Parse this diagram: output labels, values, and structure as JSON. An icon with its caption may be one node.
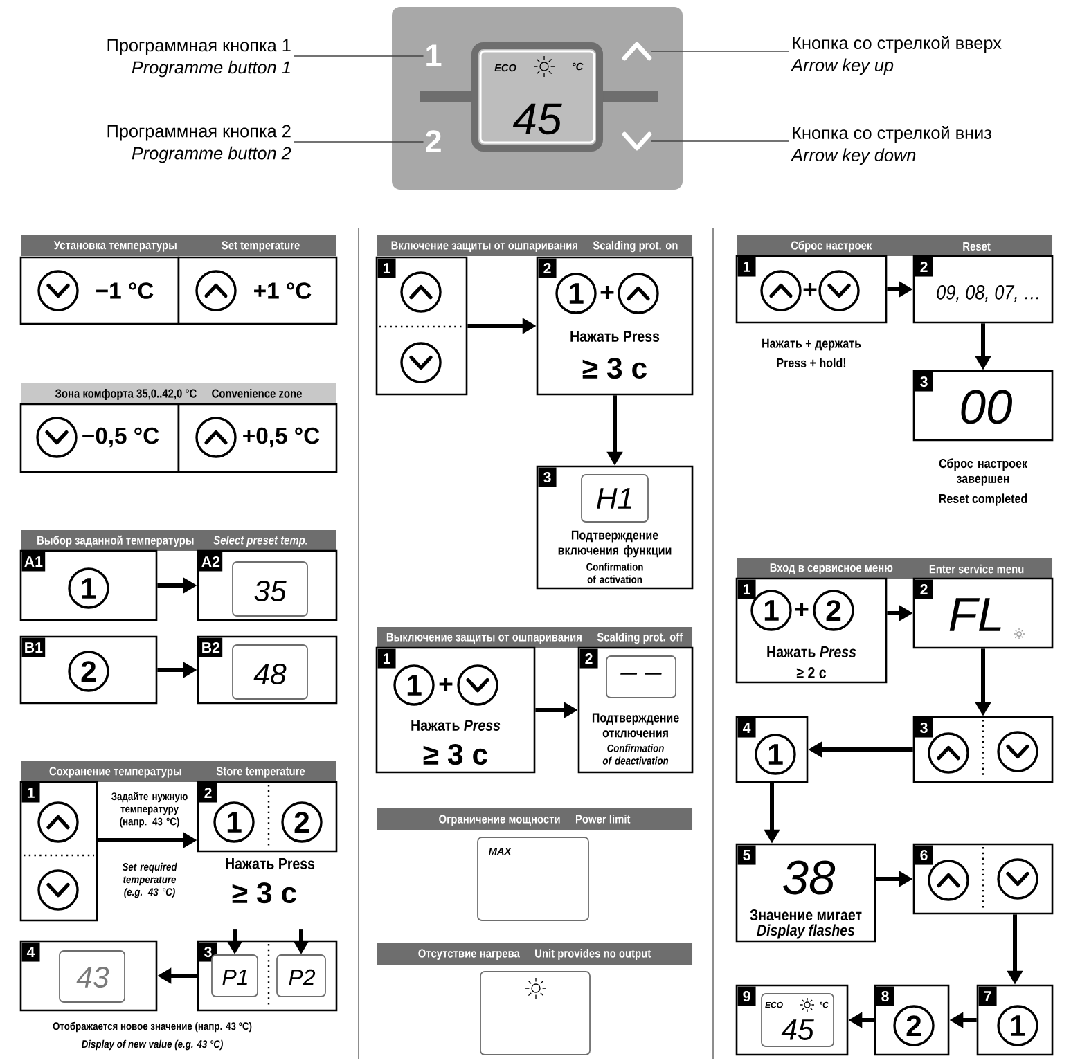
{
  "diagram": {
    "nodes": [
      {
        "text": [],
        "shape": "box"
      },
      {
        "text": [
          "1"
        ],
        "in": 0
      },
      {
        "text": [
          "2"
        ],
        "in": 0
      },
      {
        "text": [],
        "shape": "chevron",
        "in": 0
      },
      {
        "text": [],
        "shape": "chevron",
        "in": 0
      },
      {
        "text": [
          "ECO",
          "°C",
          "45"
        ],
        "in": 0
      },
      {
        "text": [
          "Программная кнопка 1",
          "Programme button 1"
        ]
      },
      {
        "text": [
          "Программная кнопка 2",
          "Programme button 2"
        ]
      },
      {
        "text": [
          "Кнопка со стрелкой вверх",
          "Arrow key up"
        ]
      },
      {
        "text": [
          "Кнопка со стрелкой вниз",
          "Arrow key down"
        ]
      },
      {
        "text": [
          "Установка температуры",
          "Set temperature"
        ]
      },
      {
        "text": [
          "−1 °C"
        ]
      },
      {
        "text": [],
        "shape": "circle",
        "in": 11
      },
      {
        "text": [
          "+1 °C"
        ]
      },
      {
        "text": [],
        "shape": "circle",
        "in": 13
      },
      {
        "text": [
          "Зона комфорта 35,0..42,0 °C",
          "Convenience zone"
        ]
      },
      {
        "text": [
          "−0,5 °C"
        ]
      },
      {
        "text": [],
        "shape": "circle",
        "in": 16
      },
      {
        "text": [
          "+0,5 °C"
        ]
      },
      {
        "text": [],
        "shape": "circle",
        "in": 18
      },
      {
        "text": [
          "Выбор заданной температуры",
          "Select preset temp."
        ]
      },
      {
        "text": [
          "A1"
        ]
      },
      {
        "text": [
          "1"
        ],
        "in": 21
      },
      {
        "text": [
          "A2"
        ]
      },
      {
        "text": [
          "35"
        ],
        "in": 23
      },
      {
        "text": [
          "B1"
        ]
      },
      {
        "text": [
          "2"
        ],
        "in": 25
      },
      {
        "text": [
          "B2"
        ]
      },
      {
        "text": [
          "48"
        ],
        "in": 27
      },
      {
        "text": [
          "Сохранение температуры",
          "Store temperature"
        ]
      },
      {
        "text": [
          "1"
        ]
      },
      {
        "text": [],
        "shape": "circle",
        "in": 30
      },
      {
        "text": [],
        "shape": "circle",
        "in": 30
      },
      {
        "text": [
          "2"
        ]
      },
      {
        "text": [
          "1"
        ],
        "in": 33
      },
      {
        "text": [
          "2"
        ],
        "in": 33
      },
      {
        "text": [
          "3"
        ]
      },
      {
        "text": [
          "P1"
        ],
        "in": 36
      },
      {
        "text": [
          "P2"
        ],
        "in": 36
      },
      {
        "text": [
          "4"
        ]
      },
      {
        "text": [
          "43"
        ],
        "in": 39
      },
      {
        "text": [
          "Включение защиты от ошпаривания",
          "Scalding prot. on"
        ]
      },
      {
        "text": [
          "1"
        ]
      },
      {
        "text": [],
        "shape": "circle",
        "in": 42
      },
      {
        "text": [],
        "shape": "circle",
        "in": 42
      },
      {
        "text": [
          "2",
          "+",
          "Нажать Press",
          "≥ 3 с"
        ]
      },
      {
        "text": [
          "1"
        ],
        "in": 45
      },
      {
        "text": [],
        "shape": "circle",
        "in": 45
      },
      {
        "text": [
          "3",
          "Подтверждение включения функции",
          "Confirmation of activation"
        ]
      },
      {
        "text": [
          "H1"
        ],
        "in": 48
      },
      {
        "text": [
          "Выключение защиты от ошпаривания",
          "Scalding prot. off"
        ]
      },
      {
        "text": [
          "1",
          "+",
          "Нажать *Press*",
          "≥ 3 с"
        ]
      },
      {
        "text": [
          "1"
        ],
        "in": 51
      },
      {
        "text": [],
        "shape": "circle",
        "in": 51
      },
      {
        "text": [
          "2",
          "Подтверждение отключения",
          "Confirmation of deactivation"
        ]
      },
      {
        "text": [
          "– –"
        ],
        "in": 54
      },
      {
        "text": [
          "Ограничение мощности",
          "Power limit"
        ]
      },
      {
        "text": [
          "MAX"
        ]
      },
      {
        "text": [
          "Отсутствие нагрева",
          "Unit provides no output"
        ]
      },
      {
        "text": [],
        "shape": "box"
      },
      {
        "text": [
          "Сброс настроек",
          "Reset"
        ]
      },
      {
        "text": [
          "1",
          "+"
        ],
        "beside": [
          "Нажать + держать",
          "Press + hold!"
        ]
      },
      {
        "text": [],
        "shape": "circle",
        "in": 61
      },
      {
        "text": [],
        "shape": "circle",
        "in": 61
      },
      {
        "text": [
          "2",
          "09, 08, 07, …"
        ]
      },
      {
        "text": [
          "3",
          "00"
        ],
        "beside": [
          "Сброс настроек завершен",
          "Reset completed"
        ]
      },
      {
        "text": [
          "Вход в сервисное меню",
          "Enter service menu"
        ]
      },
      {
        "text": [
          "1",
          "+",
          "Нажать *Press*",
          "≥ 2 с"
        ]
      },
      {
        "text": [
          "1"
        ],
        "in": 67
      },
      {
        "text": [
          "2"
        ],
        "in": 67
      },
      {
        "text": [
          "2",
          "FL"
        ]
      },
      {
        "text": [
          "3"
        ]
      },
      {
        "text": [],
        "shape": "circle",
        "in": 71
      },
      {
        "text": [],
        "shape": "circle",
        "in": 71
      },
      {
        "text": [
          "4"
        ]
      },
      {
        "text": [
          "1"
        ],
        "in": 74
      },
      {
        "text": [
          "5",
          "38",
          "Значение мигает",
          "Display flashes"
        ]
      },
      {
        "text": [
          "6"
        ]
      },
      {
        "text": [],
        "shape": "circle",
        "in": 77
      },
      {
        "text": [],
        "shape": "circle",
        "in": 77
      },
      {
        "text": [
          "7"
        ]
      },
      {
        "text": [
          "1"
        ],
        "in": 80
      },
      {
        "text": [
          "8"
        ]
      },
      {
        "text": [
          "2"
        ],
        "in": 82
      },
      {
        "text": [
          "9"
        ]
      },
      {
        "text": [
          "ECO",
          "°C",
          "45"
        ],
        "in": 84
      }
    ],
    "edges": [
      {
        "from": 6,
        "to": 1,
        "arrow": "none",
        "color": "#444444"
      },
      {
        "from": 7,
        "to": 2,
        "arrow": "none",
        "color": "#444444"
      },
      {
        "from": 8,
        "to": 3,
        "arrow": "none",
        "color": "#444444"
      },
      {
        "from": 9,
        "to": 4,
        "arrow": "none",
        "color": "#444444"
      },
      {
        "from": 21,
        "to": 23,
        "arrow": "to"
      },
      {
        "from": 25,
        "to": 27,
        "arrow": "to"
      },
      {
        "from": 30,
        "to": 33,
        "arrow": "to"
      },
      {
        "from": null,
        "to": 37,
        "arrow": "to"
      },
      {
        "from": null,
        "to": 38,
        "arrow": "to"
      },
      {
        "from": 36,
        "to": 39,
        "arrow": "to"
      },
      {
        "from": 42,
        "to": 45,
        "arrow": "to"
      },
      {
        "from": 45,
        "to": 48,
        "arrow": "to"
      },
      {
        "from": 51,
        "to": 54,
        "arrow": "to"
      },
      {
        "from": 61,
        "to": 64,
        "arrow": "to"
      },
      {
        "from": 64,
        "to": 65,
        "arrow": "to"
      },
      {
        "from": 67,
        "to": 70,
        "arrow": "to"
      },
      {
        "from": 70,
        "to": 71,
        "arrow": "to"
      },
      {
        "from": 71,
        "to": 74,
        "arrow": "to"
      },
      {
        "from": 74,
        "to": 76,
        "arrow": "to"
      },
      {
        "from": 76,
        "to": 77,
        "arrow": "to"
      },
      {
        "from": 77,
        "to": 80,
        "arrow": "to"
      },
      {
        "from": 80,
        "to": 82,
        "arrow": "to"
      },
      {
        "from": 82,
        "to": 84,
        "arrow": "to"
      }
    ],
    "labels": [
      "Задайте нужную температуру (напр. 43 °C)",
      "Set required temperature (e.g. 43 °C)",
      "Нажать Press",
      "≥ 3 с",
      "Отображается новое значение (напр. 43 °C)",
      "Display of new value (e.g. 43 °C)"
    ]
  }
}
